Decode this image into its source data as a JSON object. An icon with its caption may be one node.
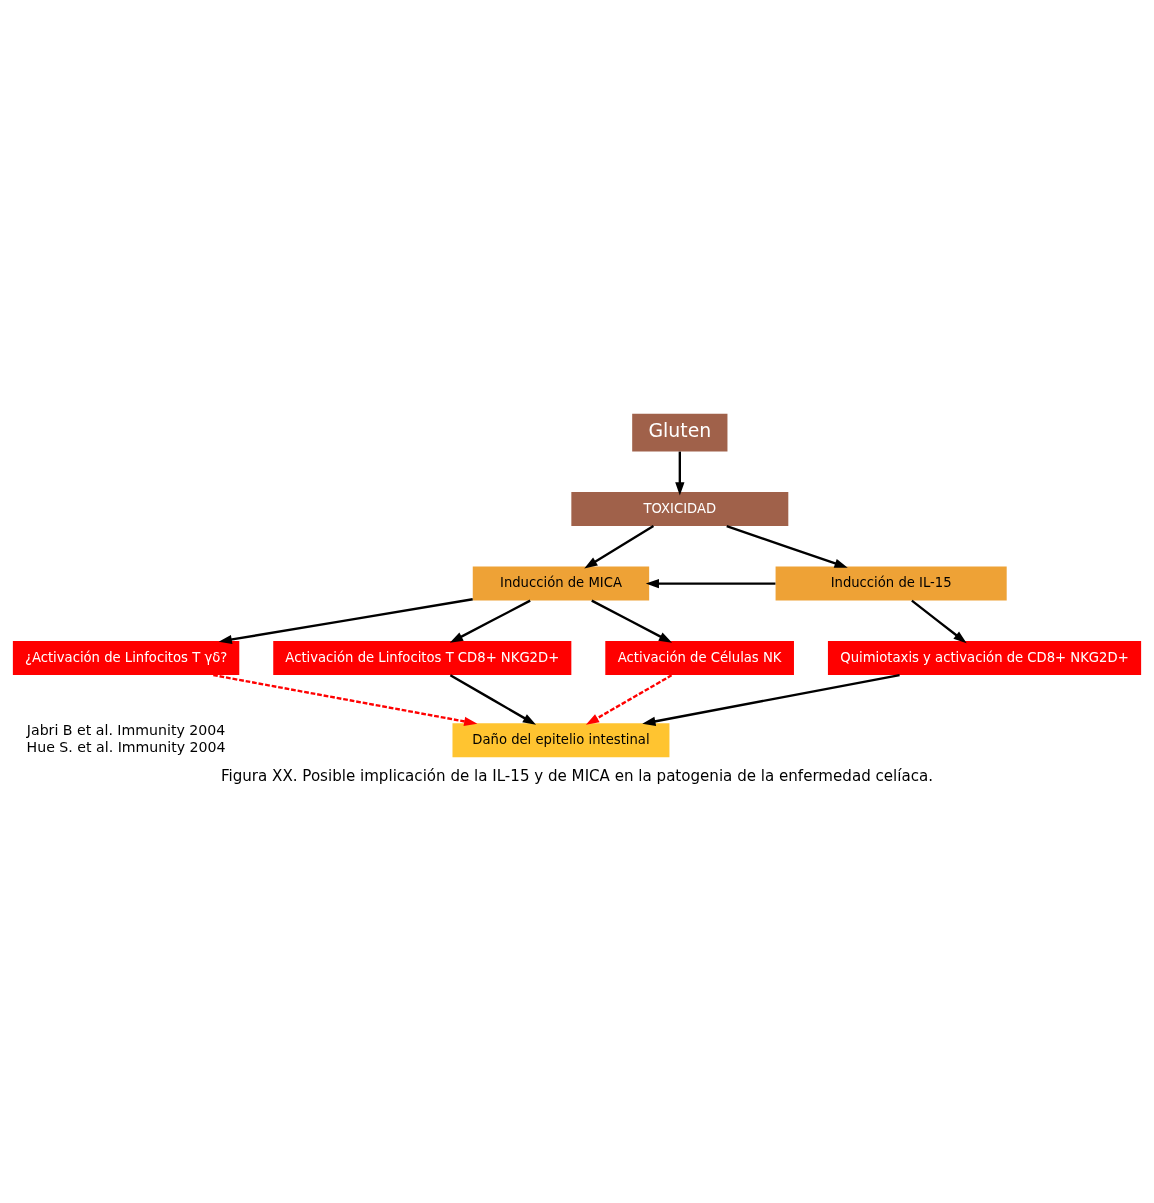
{
  "diagram": {
    "caption": "Figura XX. Posible implicación de la IL-15 y de MICA en la patogenia de la enfermedad celíaca.",
    "nodes": [
      {
        "text": [
          "Gluten"
        ]
      },
      {
        "text": [
          "TOXICIDAD"
        ]
      },
      {
        "text": [
          "Inducción de MICA"
        ]
      },
      {
        "text": [
          "Inducción de IL-15"
        ]
      },
      {
        "text": [
          "Activación de Células NK"
        ]
      },
      {
        "text": [
          "¿Activación de Linfocitos T γδ?"
        ]
      },
      {
        "text": [
          "Activación de Linfocitos T CD8+ NKG2D+"
        ]
      },
      {
        "text": [
          "Quimiotaxis y activación de CD8+ NKG2D+"
        ]
      },
      {
        "text": [
          "Daño del epitelio intestinal"
        ]
      }
    ],
    "edges": [
      {
        "from": 0,
        "to": 1,
        "arrow": "to"
      },
      {
        "from": 1,
        "to": 2,
        "arrow": "to"
      },
      {
        "from": 1,
        "to": 3,
        "arrow": "to"
      },
      {
        "from": 3,
        "to": 2,
        "arrow": "to"
      },
      {
        "from": 2,
        "to": 4,
        "arrow": "to"
      },
      {
        "from": 2,
        "to": 5,
        "arrow": "to"
      },
      {
        "from": 2,
        "to": 6,
        "arrow": "to"
      },
      {
        "from": 3,
        "to": 7,
        "arrow": "to"
      },
      {
        "from": 6,
        "to": 8,
        "arrow": "to"
      },
      {
        "from": 7,
        "to": 8,
        "arrow": "to"
      },
      {
        "from": 4,
        "to": 8,
        "arrow": "to",
        "style": "dashed",
        "color": "#ff0000"
      },
      {
        "from": 5,
        "to": 8,
        "arrow": "to",
        "style": "dashed",
        "color": "#ff0000"
      }
    ],
    "labels": [
      "Jabri B et al. Immunity 2004",
      "Hue S. et al. Immunity 2004"
    ]
  }
}
